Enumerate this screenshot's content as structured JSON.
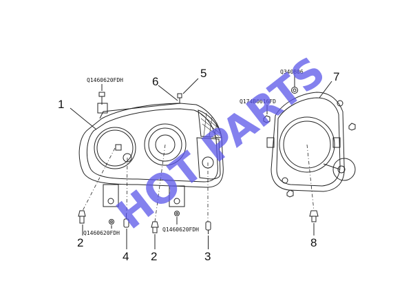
{
  "watermark": "HOT PARTS",
  "callouts": {
    "c1": "1",
    "c2a": "2",
    "c2b": "2",
    "c3": "3",
    "c4": "4",
    "c5": "5",
    "c6": "6",
    "c7": "7",
    "c8": "8"
  },
  "part_codes": {
    "p_top_left": "Q1460620FDH",
    "p_bottom_left": "Q1460620FDH",
    "p_bottom_mid": "Q1460620FDH",
    "p_right_top": "Q340B06",
    "p_right_mid": "Q174B0616FD"
  }
}
